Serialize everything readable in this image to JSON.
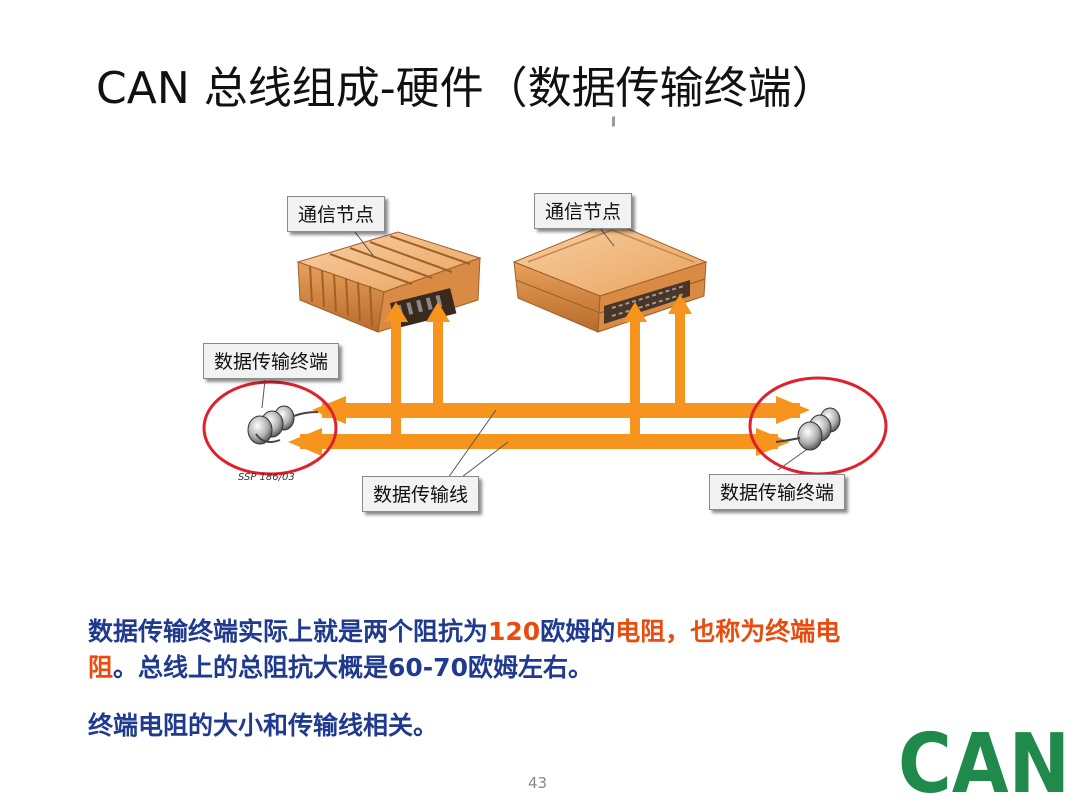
{
  "slide": {
    "title": "CAN 总线组成-硬件（数据传输终端）",
    "page_number": "43"
  },
  "diagram": {
    "labels": {
      "node_left": "通信节点",
      "node_right": "通信节点",
      "terminal_left": "数据传输终端",
      "terminal_right": "数据传输终端",
      "bus_line": "数据传输线",
      "figure_code": "SSP 186/03"
    },
    "colors": {
      "bus": "#f7941d",
      "ecu": "#f2b67a",
      "circle": "#e0202a"
    }
  },
  "description": {
    "p1_a": "数据传输终端实际上就是两个阻抗为",
    "p1_b": "120",
    "p1_c": "欧姆的",
    "p1_d": "电阻，也称为终端电阻",
    "p1_e": "。总线上的总阻抗大概是60-70欧姆左右。",
    "p2": "终端电阻的大小和传输线相关。",
    "colors": {
      "text": "#1f3a8f",
      "highlight": "#e84c0e"
    }
  },
  "logo": {
    "text": "CAN",
    "color": "#1f8a4c"
  }
}
